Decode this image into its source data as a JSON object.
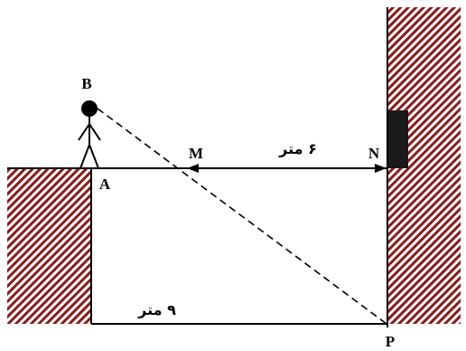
{
  "points": {
    "A": "A",
    "B": "B",
    "M": "M",
    "N": "N",
    "P": "P"
  },
  "dimensions": {
    "upper": "۶ متر",
    "lower": "۹ متر"
  },
  "colors": {
    "hatch": "#8b1a1a",
    "line": "#000000",
    "background": "#ffffff"
  },
  "icons": {
    "person": "stick-figure-icon",
    "mirror": "mirror-icon"
  }
}
